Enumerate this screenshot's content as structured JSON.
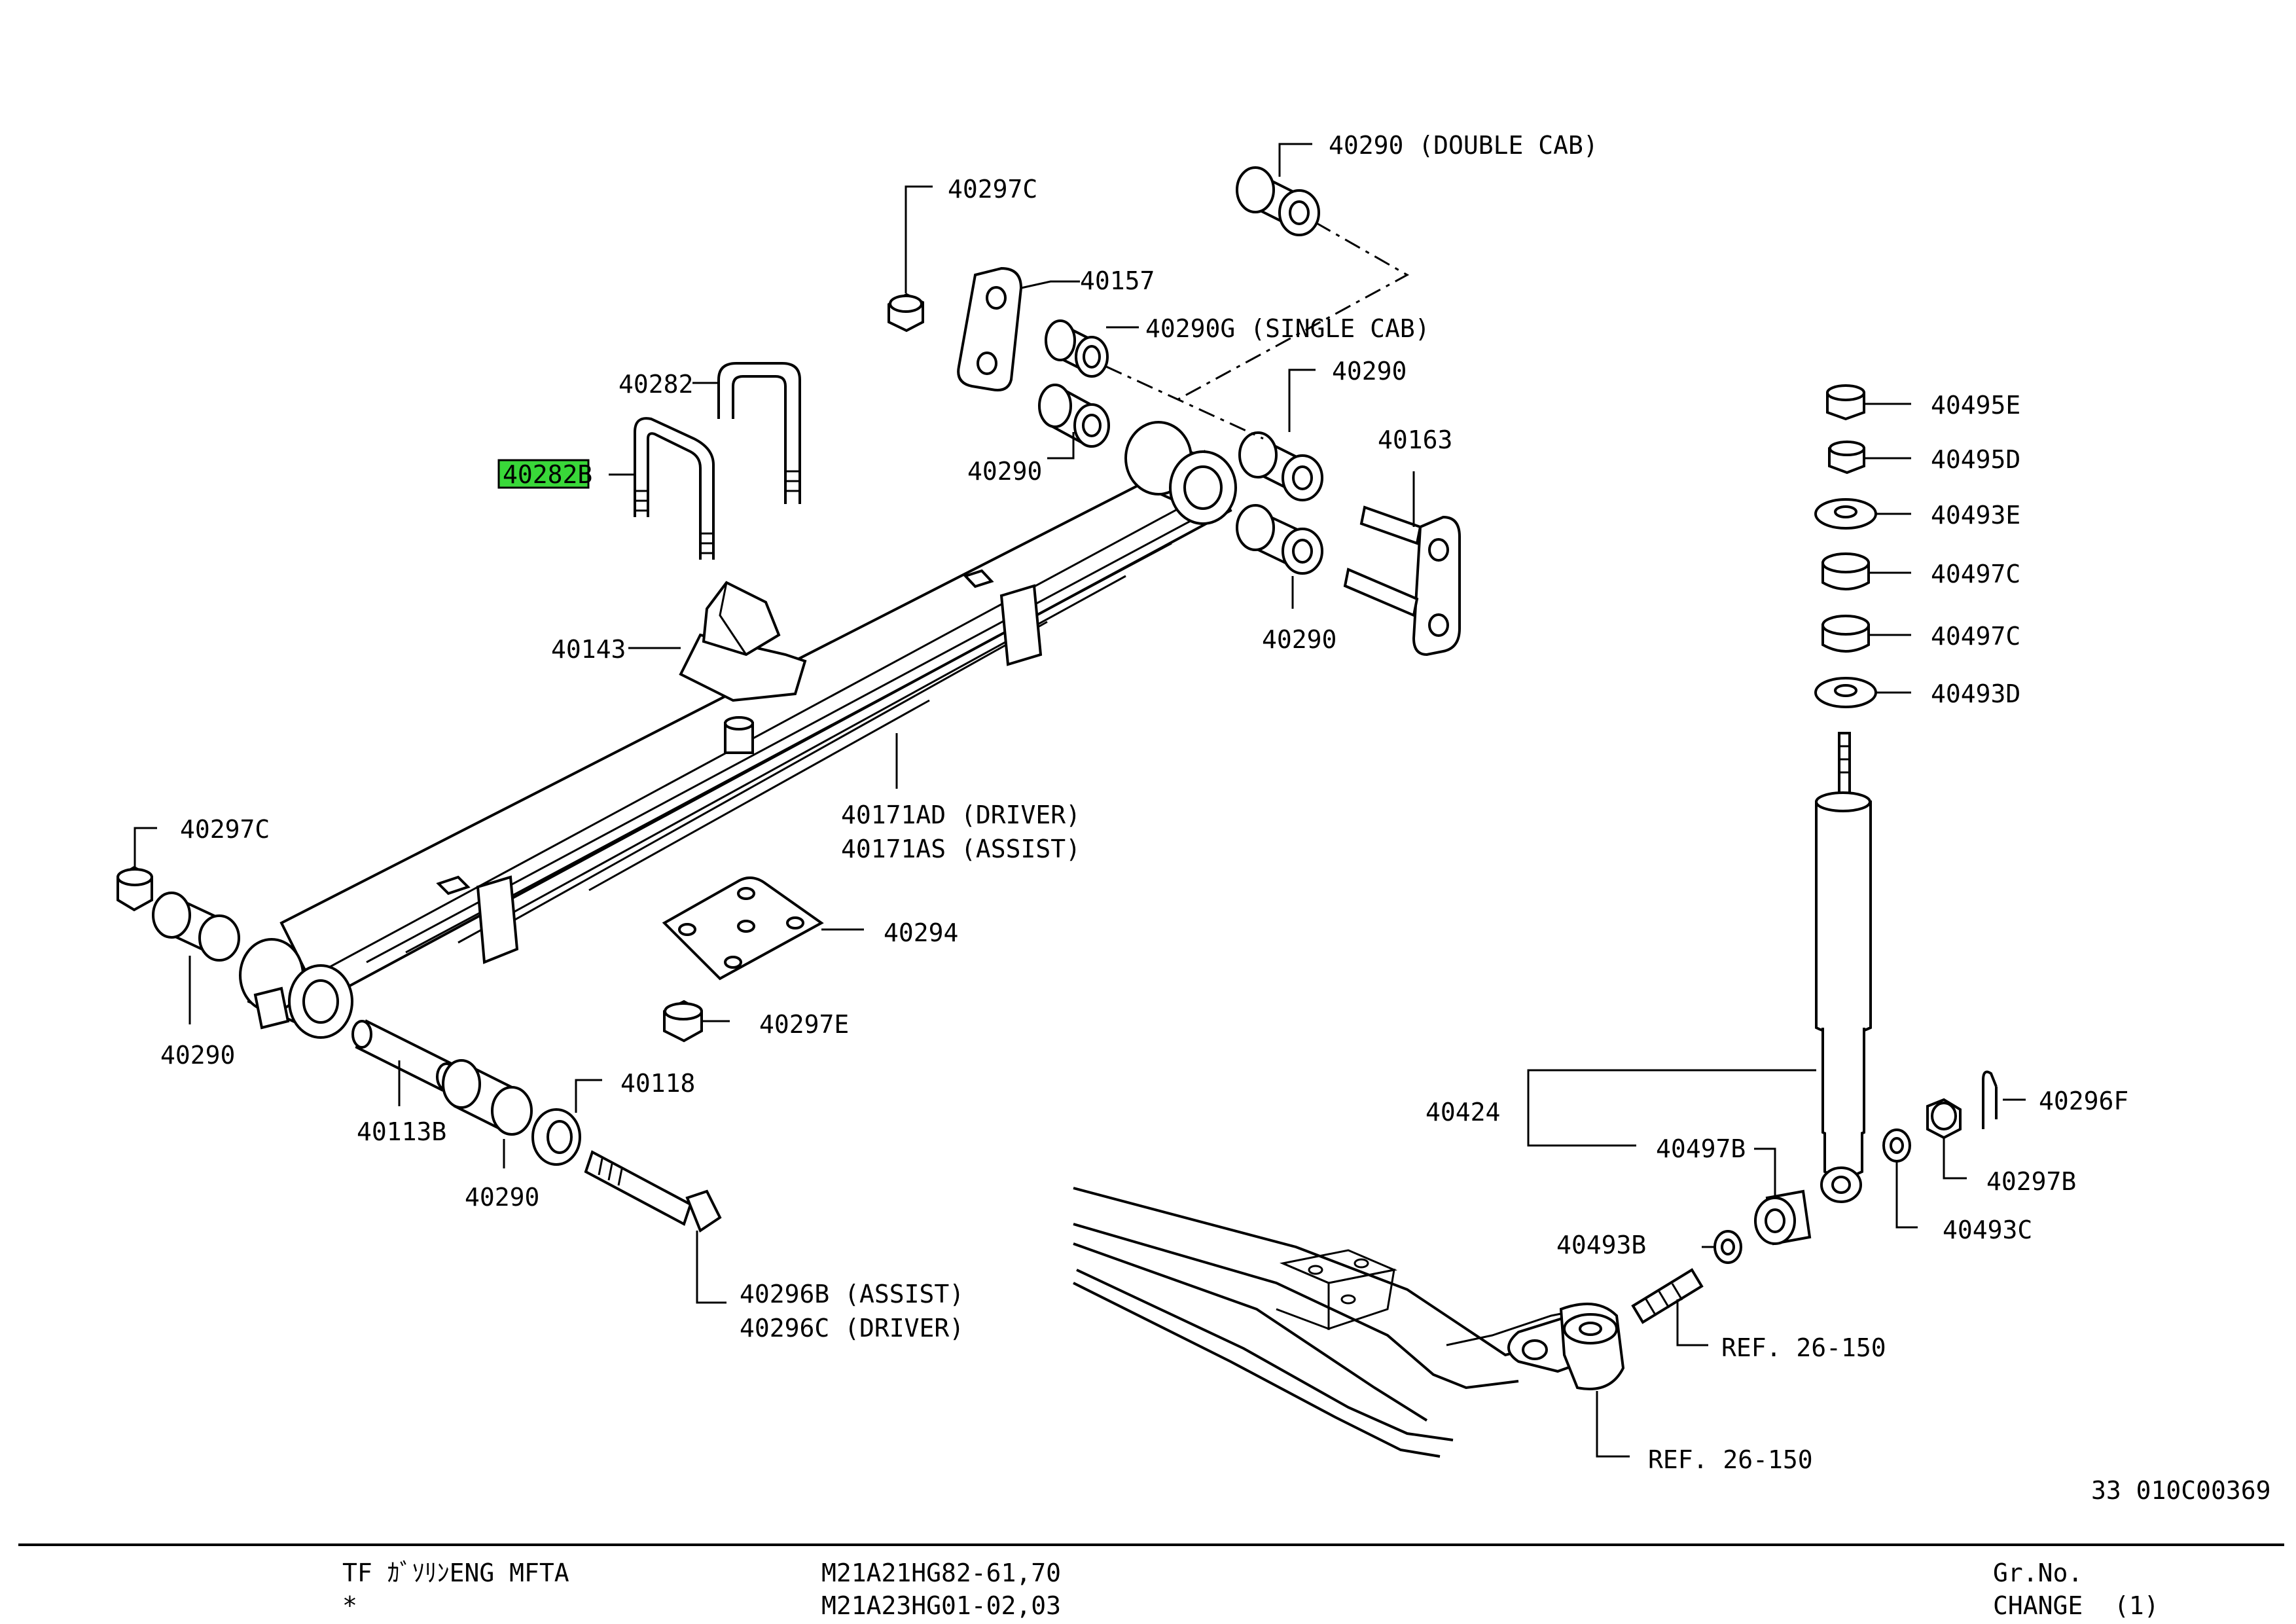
{
  "diagram_id": "33 010C00369",
  "highlight_color": "#39d839",
  "labels": {
    "l40290_double": "40290 (DOUBLE CAB)",
    "l40297c_top": "40297C",
    "l40157": "40157",
    "l40290g": "40290G (SINGLE CAB)",
    "l40290_a": "40290",
    "l40282": "40282",
    "l40282b": "40282B",
    "l40290_b": "40290",
    "l40163": "40163",
    "l40290_c": "40290",
    "l40143": "40143",
    "l40171ad": "40171AD (DRIVER)",
    "l40171as": "40171AS (ASSIST)",
    "l40297c_left": "40297C",
    "l40294": "40294",
    "l40290_d": "40290",
    "l40297e": "40297E",
    "l40118": "40118",
    "l40113b": "40113B",
    "l40290_e": "40290",
    "l40296b": "40296B (ASSIST)",
    "l40296c": "40296C (DRIVER)",
    "l40495e": "40495E",
    "l40495d": "40495D",
    "l40493e": "40493E",
    "l40497c_a": "40497C",
    "l40497c_b": "40497C",
    "l40493d": "40493D",
    "l40424": "40424",
    "l40497b": "40497B",
    "l40296f": "40296F",
    "l40297b": "40297B",
    "l40493c": "40493C",
    "l40493b": "40493B",
    "lref1": "REF. 26-150",
    "lref2": "REF. 26-150"
  },
  "footer": {
    "model_line1": "TF ｶﾞｿﾘﾝENG MFTA",
    "model_line2": "*",
    "codes_line1": "M21A21HG82-61,70",
    "codes_line2": "M21A23HG01-02,03",
    "grno": "Gr.No.",
    "change": "CHANGE",
    "change_value": "(1)"
  }
}
